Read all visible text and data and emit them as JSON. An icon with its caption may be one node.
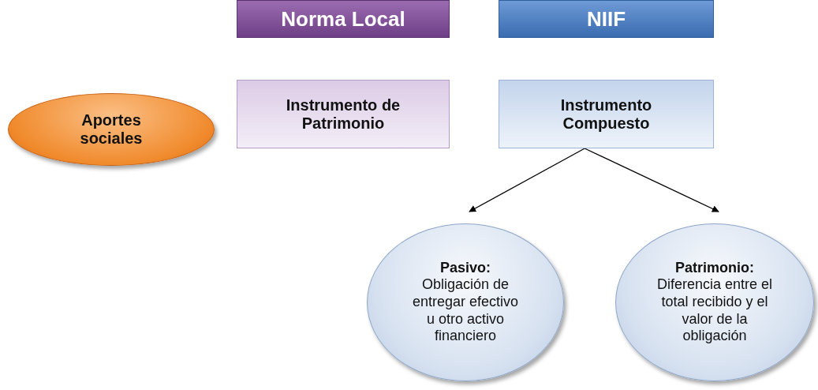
{
  "diagram": {
    "nodes": [
      {
        "text": [
          "Norma Local"
        ]
      },
      {
        "text": [
          "NIIF"
        ]
      },
      {
        "text": [
          "Aportes sociales"
        ]
      },
      {
        "text": [
          "Instrumento de Patrimonio"
        ]
      },
      {
        "text": [
          "Instrumento Compuesto"
        ]
      },
      {
        "text": [
          "Pasivo:",
          "Obligación de entregar efectivo u otro activo financiero"
        ]
      },
      {
        "text": [
          "**Patrimonio**:",
          "Diferencia entre el total recibido y el valor de la obligación"
        ]
      }
    ],
    "edges": [
      {
        "from": 4,
        "to": 5,
        "arrow": "to"
      },
      {
        "from": 4,
        "to": 6,
        "arrow": "to"
      }
    ]
  }
}
